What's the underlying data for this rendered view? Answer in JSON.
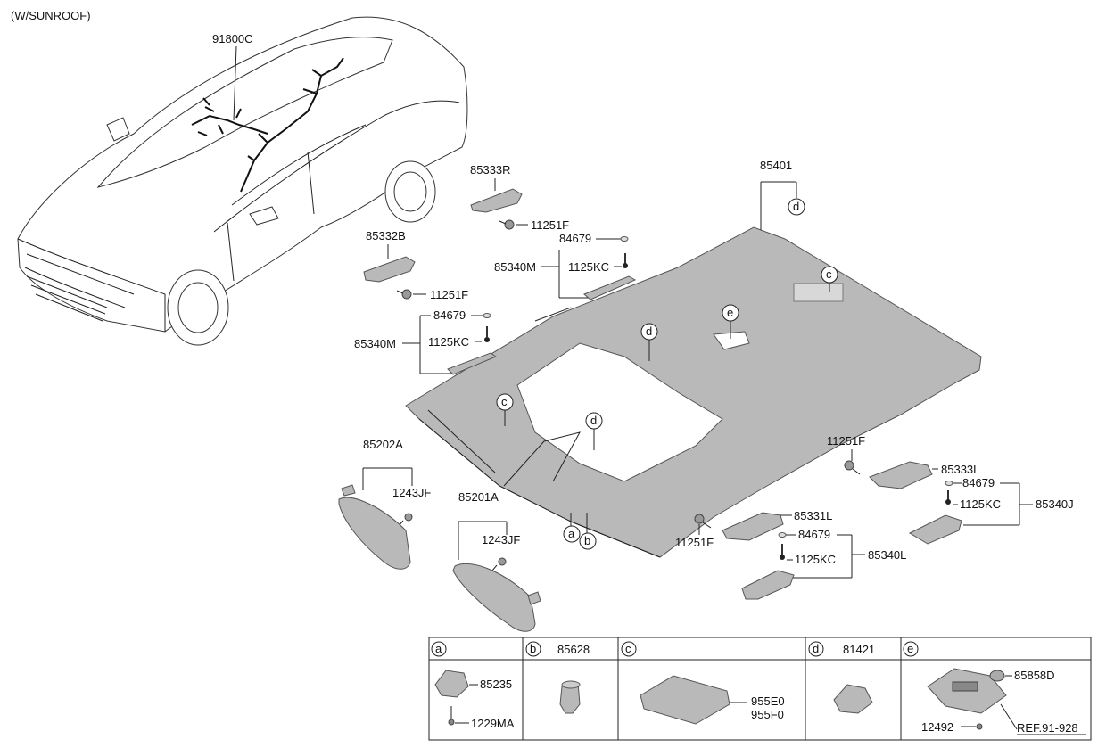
{
  "header": {
    "note": "(W/SUNROOF)"
  },
  "labels": {
    "wiring": "91800C",
    "headliner": "85401",
    "trim_r": "85333R",
    "trim_b": "85332B",
    "trim_l": "85333L",
    "bracket_l": "85331L",
    "bolt_a": "11251F",
    "bolt_b": "11251F",
    "bolt_c": "11251F",
    "bolt_d": "11251F",
    "cap_a": "84679",
    "cap_b": "84679",
    "cap_c": "84679",
    "cap_d": "84679",
    "screw_a": "1125KC",
    "screw_b": "1125KC",
    "screw_c": "1125KC",
    "screw_d": "1125KC",
    "grip_m1": "85340M",
    "grip_m2": "85340M",
    "grip_j": "85340J",
    "grip_l": "85340L",
    "visor_l": "85202A",
    "visor_r": "85201A",
    "visor_screw_l": "1243JF",
    "visor_screw_r": "1243JF"
  },
  "callouts": {
    "c1": "c",
    "c2": "c",
    "d1": "d",
    "d2": "d",
    "d3": "d",
    "e1": "e",
    "a1": "a",
    "b1": "b"
  },
  "table": {
    "cells": [
      {
        "letter": "a",
        "title": "",
        "parts": [
          "85235",
          "1229MA"
        ]
      },
      {
        "letter": "b",
        "title": "85628",
        "parts": []
      },
      {
        "letter": "c",
        "title": "",
        "parts": [
          "955E0",
          "955F0"
        ]
      },
      {
        "letter": "d",
        "title": "81421",
        "parts": []
      },
      {
        "letter": "e",
        "title": "",
        "parts": [
          "85858D",
          "12492",
          "REF.91-928"
        ]
      }
    ]
  }
}
